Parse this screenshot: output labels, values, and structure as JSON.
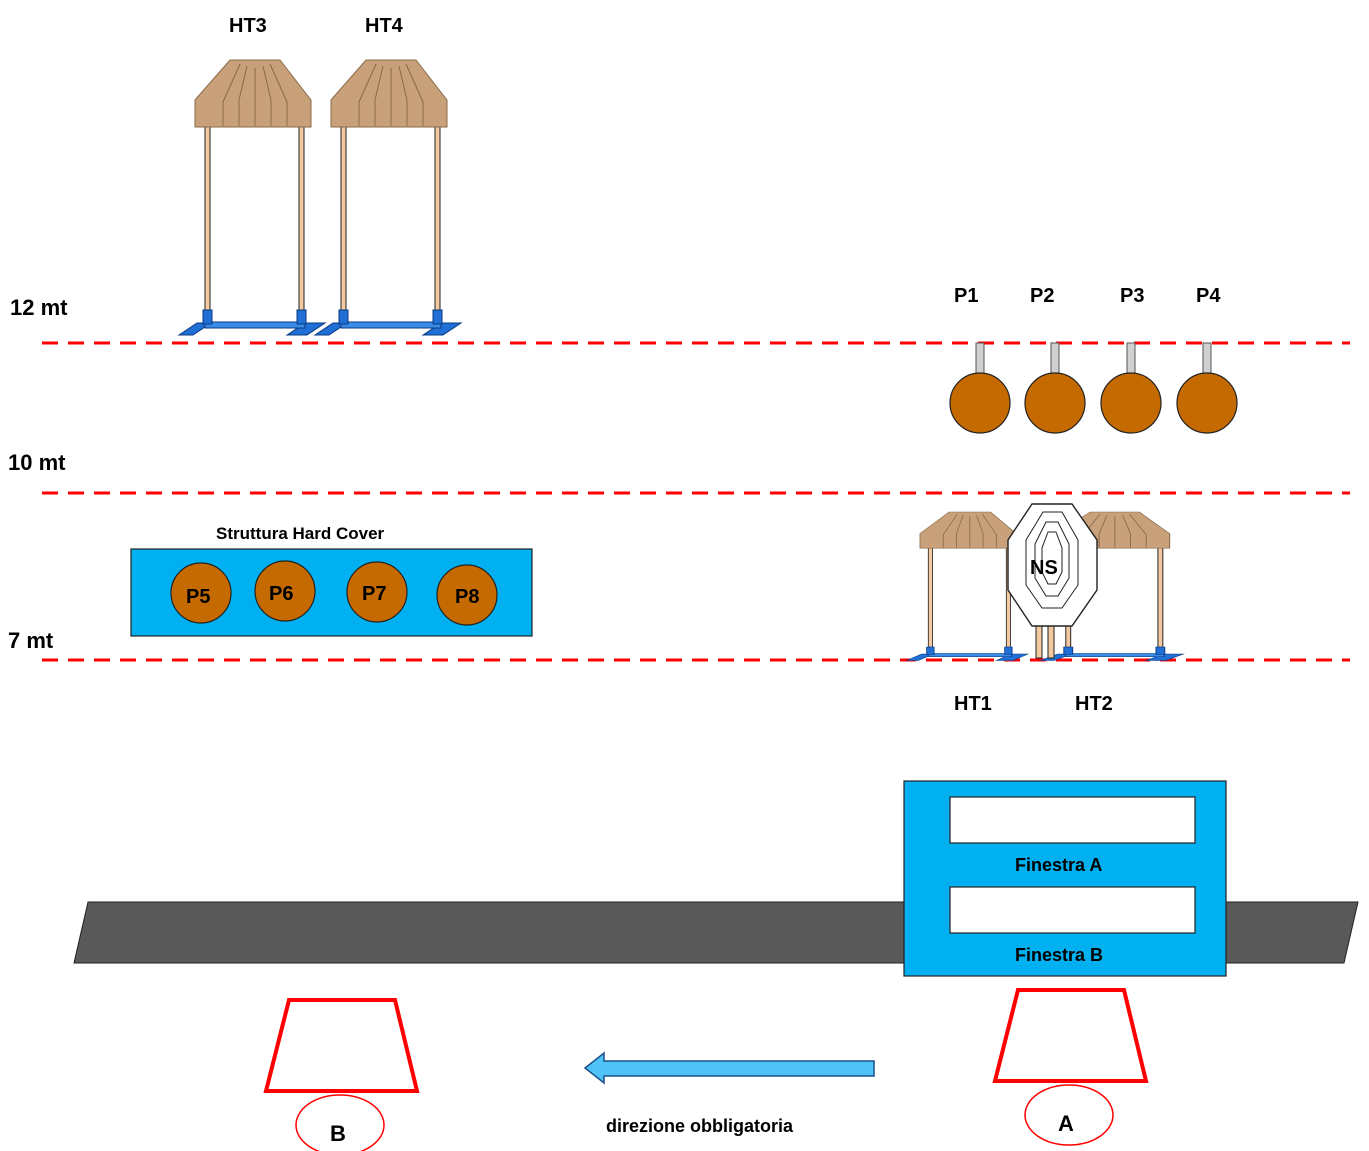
{
  "distances": [
    {
      "label": "12 mt"
    },
    {
      "label": "10 mt"
    },
    {
      "label": "7 mt"
    }
  ],
  "hard_targets": {
    "top": [
      "HT3",
      "HT4"
    ],
    "front": [
      "HT1",
      "HT2"
    ]
  },
  "no_shoot": {
    "label": "NS"
  },
  "poppers_top": [
    "P1",
    "P2",
    "P3",
    "P4"
  ],
  "hard_cover": {
    "title": "Struttura Hard Cover",
    "poppers": [
      "P5",
      "P6",
      "P7",
      "P8"
    ]
  },
  "windows": {
    "a_label": "Finestra A",
    "b_label": "Finestra B"
  },
  "positions": {
    "a": "A",
    "b": "B"
  },
  "direction_label": "direzione obbligatoria",
  "colors": {
    "distance_line": "#ff0000",
    "structure_blue": "#00b0f0",
    "target_tan": "#c8a07a",
    "popper_orange": "#c46a00",
    "wall_gray": "#595959",
    "position_red": "#ff0000",
    "arrow_blue": "#4fc3f7"
  }
}
